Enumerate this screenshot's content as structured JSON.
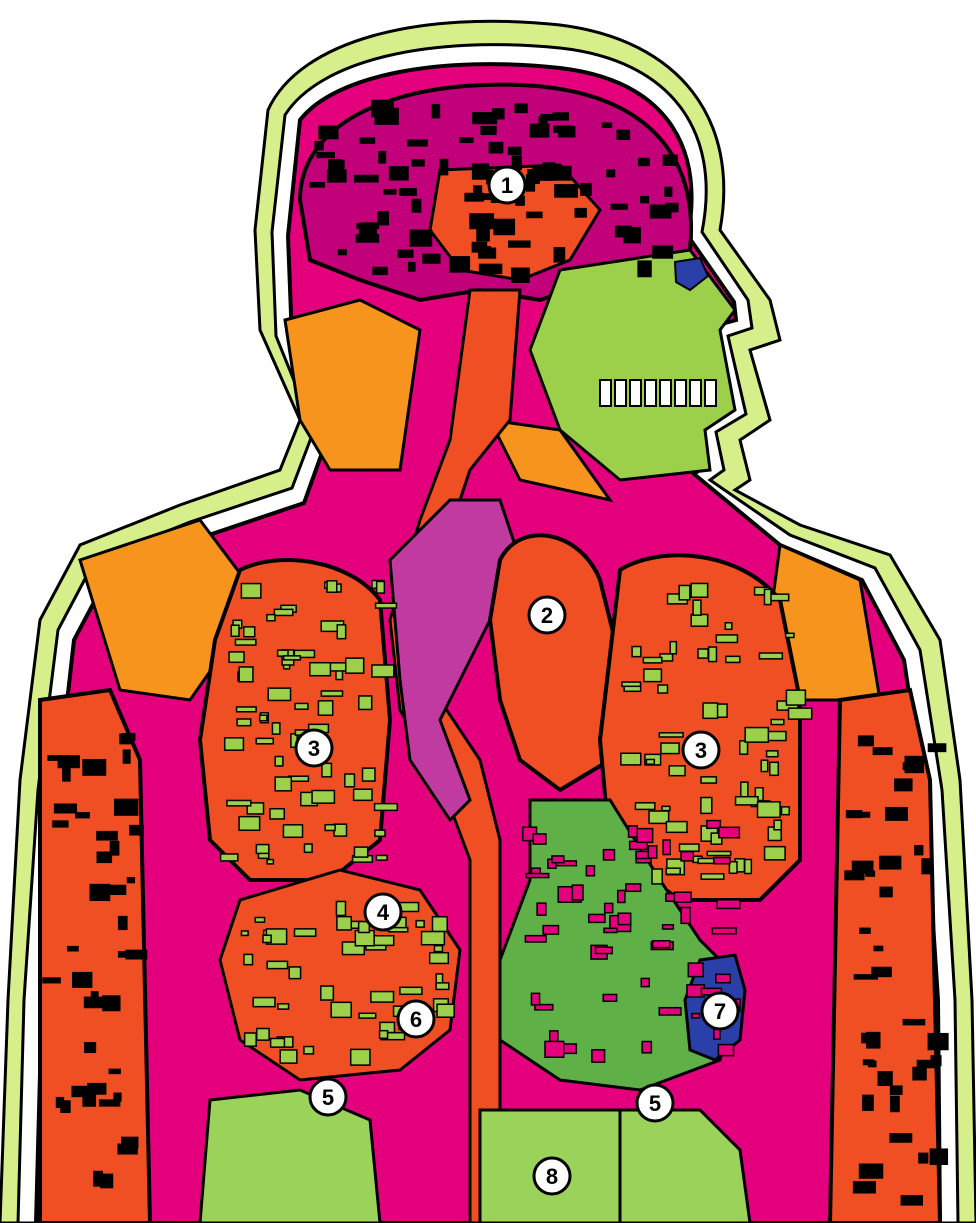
{
  "colors": {
    "background": "#ffffff",
    "halo": "#d7ef8a",
    "halo_line": "#000000",
    "inner_white": "#ffffff",
    "skin_orange": "#f7941d",
    "vessel_red": "#f04e23",
    "vessel_magenta": "#e4007c",
    "magenta_light": "#c13aa0",
    "brain": "#c2007a",
    "lung_green": "#9ccf4a",
    "green_dark": "#3b8f3a",
    "green_mid": "#5fb046",
    "organ_green_light": "#9bd35a",
    "spleen_blue": "#2b3fa8",
    "black": "#000000",
    "marker_fill": "#ffffff",
    "marker_stroke": "#000000"
  },
  "markers": [
    {
      "id": "m1",
      "label": "1"
    },
    {
      "id": "m2",
      "label": "2"
    },
    {
      "id": "m3a",
      "label": "3"
    },
    {
      "id": "m3b",
      "label": "3"
    },
    {
      "id": "m4",
      "label": "4"
    },
    {
      "id": "m5a",
      "label": "5"
    },
    {
      "id": "m5b",
      "label": "5"
    },
    {
      "id": "m6",
      "label": "6"
    },
    {
      "id": "m7",
      "label": "7"
    },
    {
      "id": "m8",
      "label": "8"
    }
  ]
}
